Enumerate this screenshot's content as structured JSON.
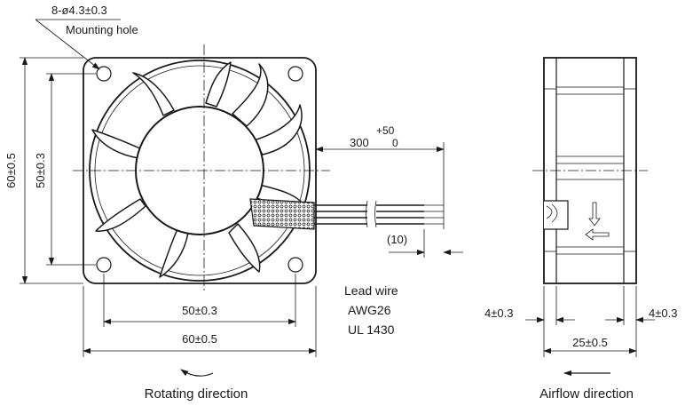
{
  "front_view": {
    "mounting_hole_spec": "8-ø4.3±0.3",
    "mounting_hole_label": "Mounting hole",
    "height_overall": "60±0.5",
    "height_hole_pitch": "50±0.3",
    "width_hole_pitch": "50±0.3",
    "width_overall": "60±0.5",
    "lead_length": "300",
    "lead_tol_upper": "+50",
    "lead_tol_lower": "0",
    "strip_length": "(10)",
    "lead_wire_title": "Lead wire",
    "lead_wire_gauge": "AWG26",
    "lead_wire_standard": "UL 1430",
    "rotation_label": "Rotating direction"
  },
  "side_view": {
    "flange_left": "4±0.3",
    "flange_right": "4±0.3",
    "depth_overall": "25±0.5",
    "airflow_label": "Airflow direction"
  }
}
